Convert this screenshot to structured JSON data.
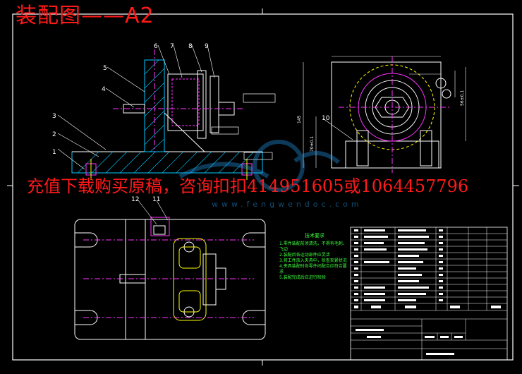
{
  "heading": {
    "title": "装配图——A2"
  },
  "overlay": {
    "ad_text": "充值下载购买原稿，咨询扣扣414951605或1064457796"
  },
  "watermark": {
    "url": "www.fengwendoc.com"
  },
  "part_labels": [
    "1",
    "2",
    "3",
    "4",
    "5",
    "6",
    "7",
    "8",
    "9",
    "10",
    "11",
    "12"
  ],
  "tech_notes": {
    "title": "技术要求",
    "lines": [
      "1.零件装配前须清洗，不得有毛刺、飞边",
      "2.装配后各运动部件应灵活",
      "3.将工件放入夹具中，检查夹紧状况",
      "4.夹具装配时各零件间配合应符合要求",
      "5.装配完成后应进行检验"
    ]
  },
  "colors": {
    "background": "#000000",
    "outline": "#ffffff",
    "section": "#00c8ff",
    "hidden": "#ff33ff",
    "notes": "#3cff3c",
    "accent": "#ffff00",
    "ad": "#ff1a1a"
  }
}
